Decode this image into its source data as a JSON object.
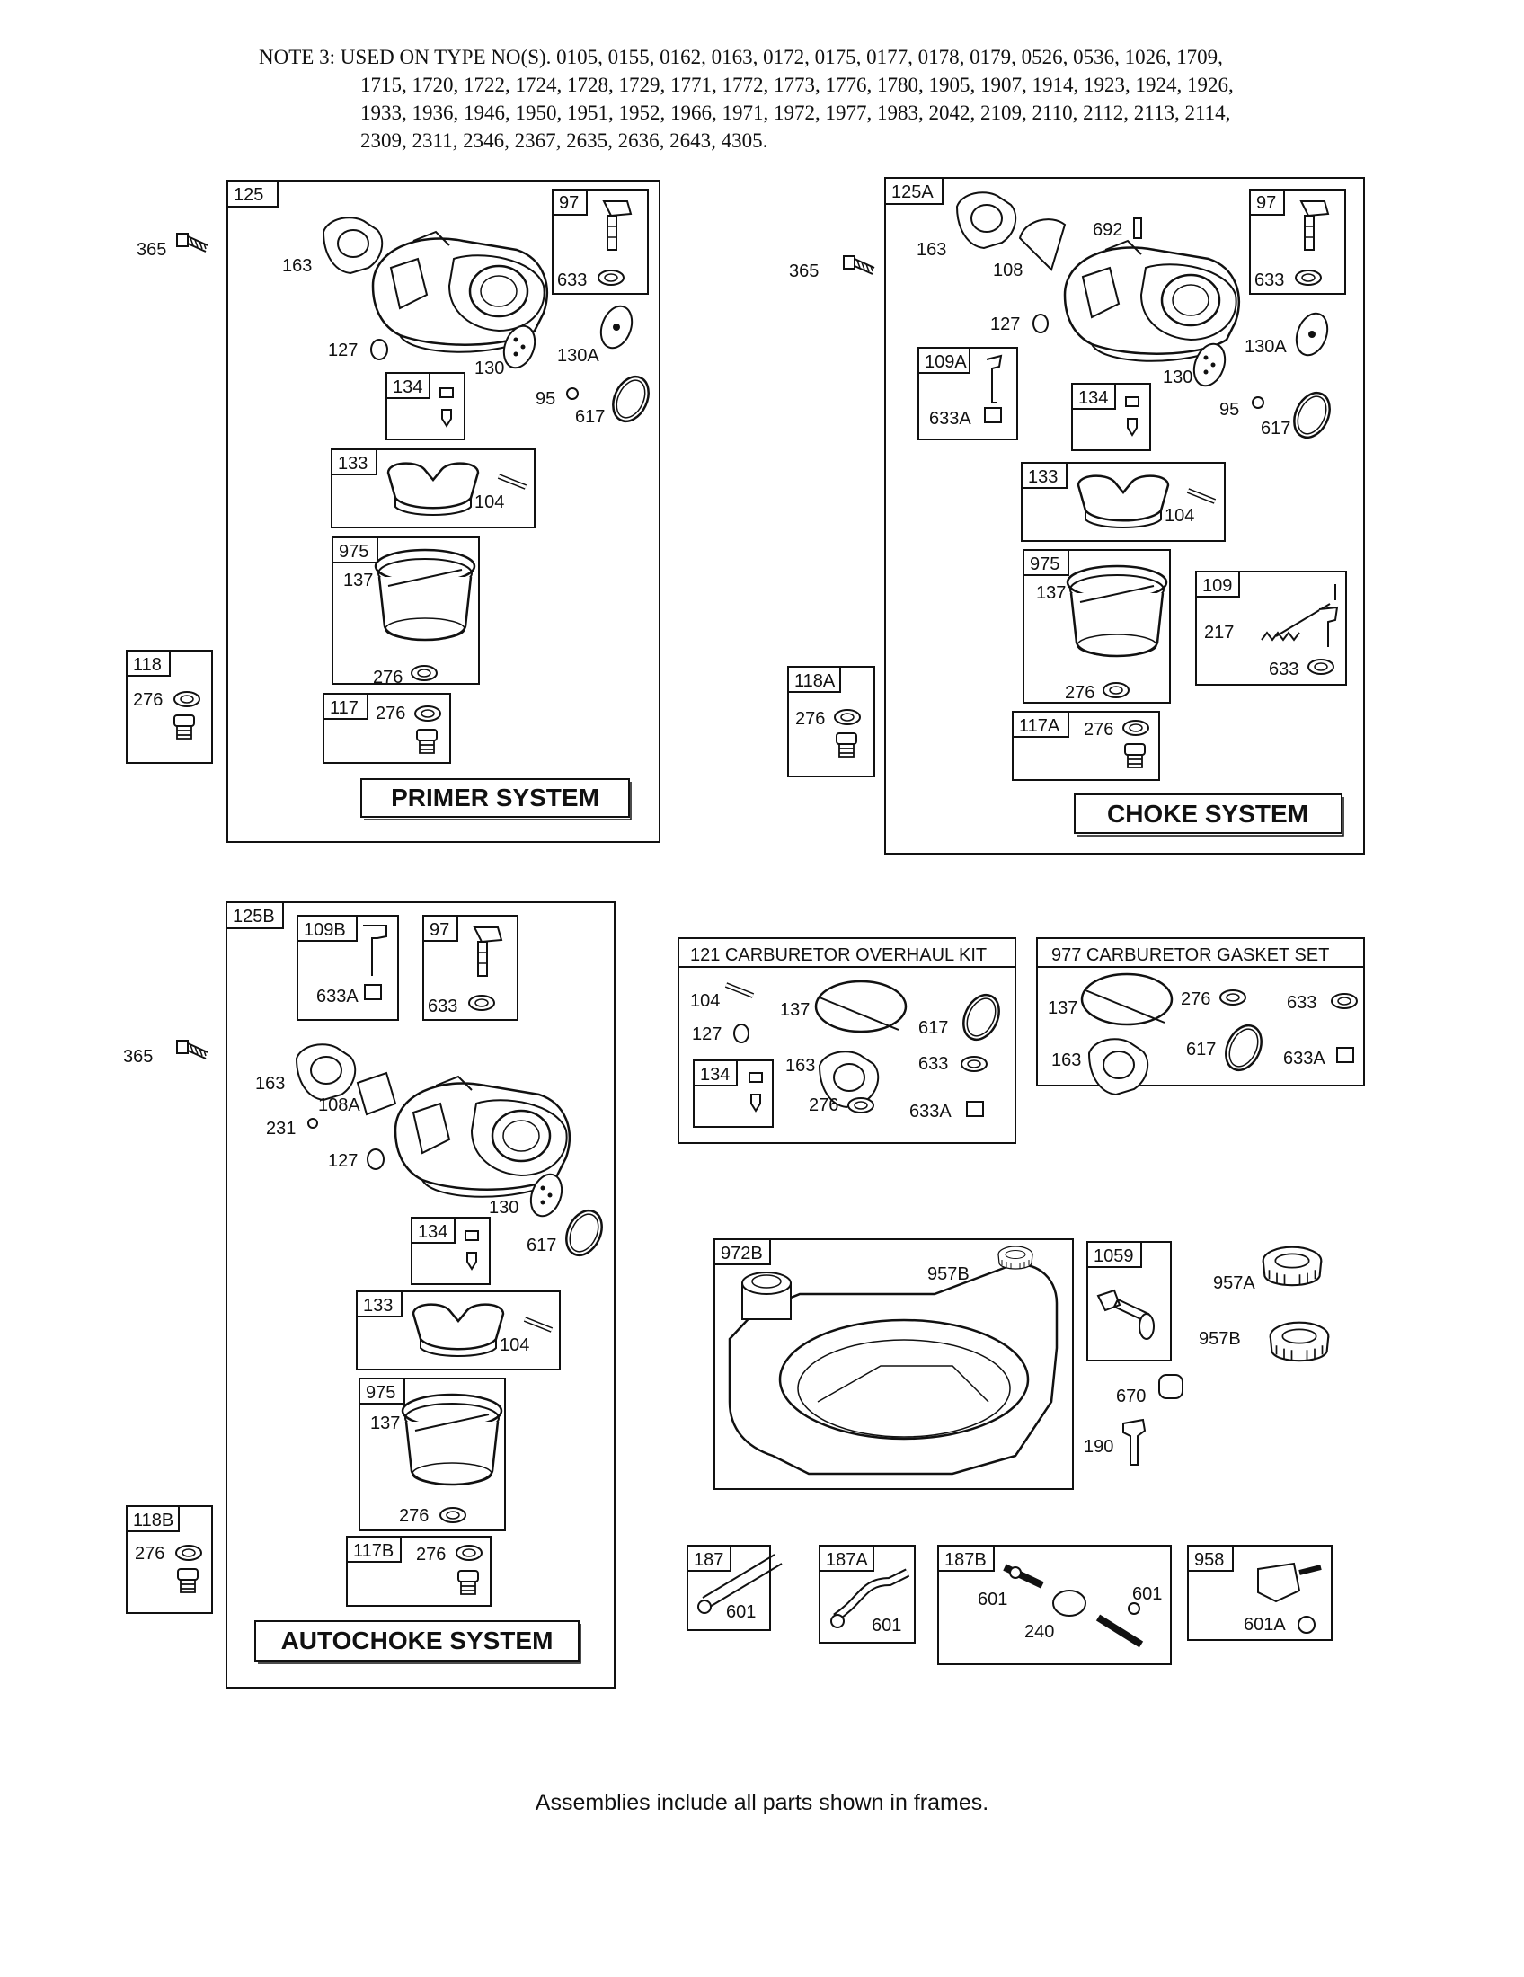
{
  "note": {
    "lines": [
      "NOTE 3: USED ON TYPE NO(S). 0105, 0155, 0162, 0163, 0172, 0175, 0177, 0178, 0179, 0526, 0536, 1026, 1709,",
      "1715, 1720, 1722, 1724, 1728, 1729, 1771, 1772, 1773, 1776, 1780, 1905, 1907, 1914, 1923, 1924, 1926,",
      "1933, 1936, 1946, 1950, 1951, 1952, 1966, 1971, 1972, 1977, 1983, 2042, 2109, 2110, 2112, 2113, 2114,",
      "2309, 2311, 2346, 2367, 2635, 2636, 2643, 4305."
    ]
  },
  "frames": {
    "f125": "125",
    "f97a": "97",
    "f134a": "134",
    "f133a": "133",
    "f975a": "975",
    "f117": "117",
    "f118": "118",
    "primer": "PRIMER SYSTEM",
    "f125A": "125A",
    "f97b": "97",
    "f109A": "109A",
    "f134b": "134",
    "f133b": "133",
    "f975b": "975",
    "f109": "109",
    "f117A": "117A",
    "f118A": "118A",
    "choke": "CHOKE SYSTEM",
    "f125B": "125B",
    "f109B": "109B",
    "f97c": "97",
    "f134c": "134",
    "f133c": "133",
    "f975c": "975",
    "f117B": "117B",
    "f118B": "118B",
    "autochoke": "AUTOCHOKE SYSTEM",
    "kit121": "121 CARBURETOR OVERHAUL KIT",
    "kit134": "134",
    "kit977": "977 CARBURETOR GASKET SET",
    "f972B": "972B",
    "f1059": "1059",
    "f187": "187",
    "f187A": "187A",
    "f187B": "187B",
    "f958": "958"
  },
  "labels": {
    "a365": "365",
    "a163": "163",
    "a127": "127",
    "a130": "130",
    "a130A": "130A",
    "a633": "633",
    "a95": "95",
    "a617": "617",
    "a104": "104",
    "a137": "137",
    "a276": "276",
    "a276b": "276",
    "a276c": "276",
    "b365": "365",
    "b163": "163",
    "b108": "108",
    "b692": "692",
    "b127": "127",
    "b130": "130",
    "b130A": "130A",
    "b633": "633",
    "b633A": "633A",
    "b95": "95",
    "b617": "617",
    "b104": "104",
    "b137": "137",
    "b276": "276",
    "b217": "217",
    "b633b": "633",
    "b276b": "276",
    "b276c": "276",
    "c365": "365",
    "c633A": "633A",
    "c633": "633",
    "c163": "163",
    "c108A": "108A",
    "c231": "231",
    "c127": "127",
    "c130": "130",
    "c617": "617",
    "c104": "104",
    "c137": "137",
    "c276": "276",
    "c276b": "276",
    "c276c": "276",
    "k104": "104",
    "k137": "137",
    "k617": "617",
    "k127": "127",
    "k163": "163",
    "k633": "633",
    "k276": "276",
    "k633A": "633A",
    "g137": "137",
    "g276": "276",
    "g633": "633",
    "g163": "163",
    "g617": "617",
    "g633A": "633A",
    "t957B": "957B",
    "t957A": "957A",
    "t957B2": "957B",
    "t670": "670",
    "t190": "190",
    "h601": "601",
    "h601b": "601",
    "h601c": "601",
    "h601d": "601",
    "h240": "240",
    "h601A": "601A"
  },
  "footer": "Assemblies include all parts shown in frames."
}
